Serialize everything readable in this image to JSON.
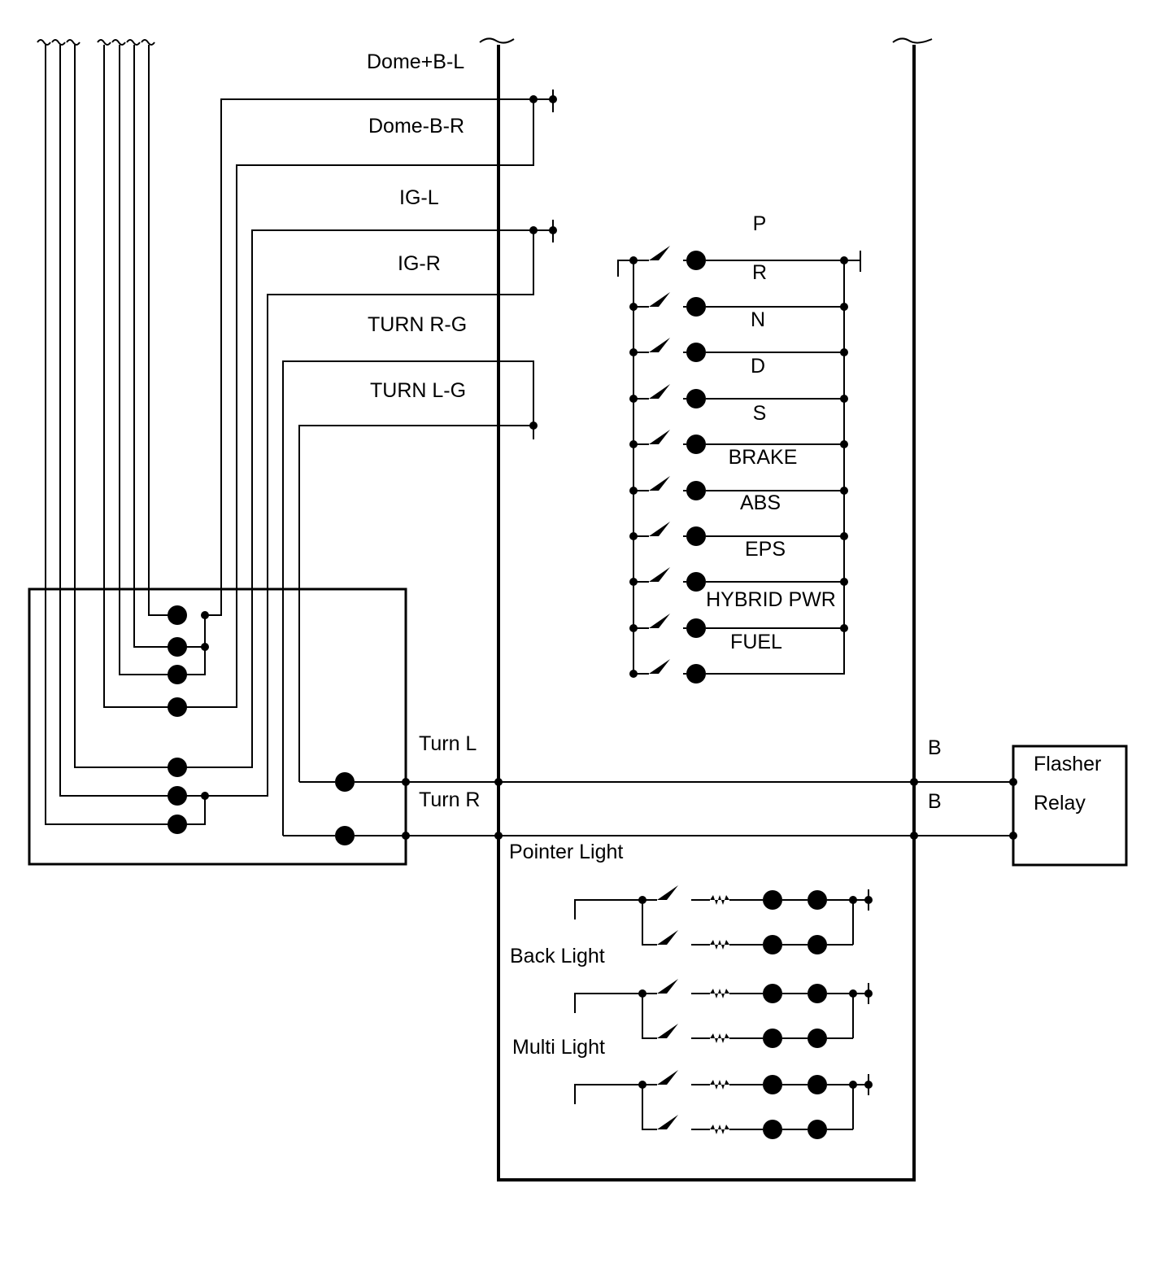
{
  "left_labels": {
    "dome_b_l": "Dome+B-L",
    "dome_b_r": "Dome-B-R",
    "ig_l": "IG-L",
    "ig_r": "IG-R",
    "turn_r_g": "TURN R-G",
    "turn_l_g": "TURN L-G"
  },
  "indicators": [
    "P",
    "R",
    "N",
    "D",
    "S",
    "BRAKE",
    "ABS",
    "EPS",
    "HYBRID PWR",
    "FUEL"
  ],
  "turn": {
    "turn_l": "Turn L",
    "turn_r": "Turn R",
    "b1": "B",
    "b2": "B",
    "pointer_light": "Pointer Light"
  },
  "relay": {
    "line1": "Flasher",
    "line2": "Relay"
  },
  "lights": {
    "back_light": "Back Light",
    "multi_light": "Multi Light"
  }
}
